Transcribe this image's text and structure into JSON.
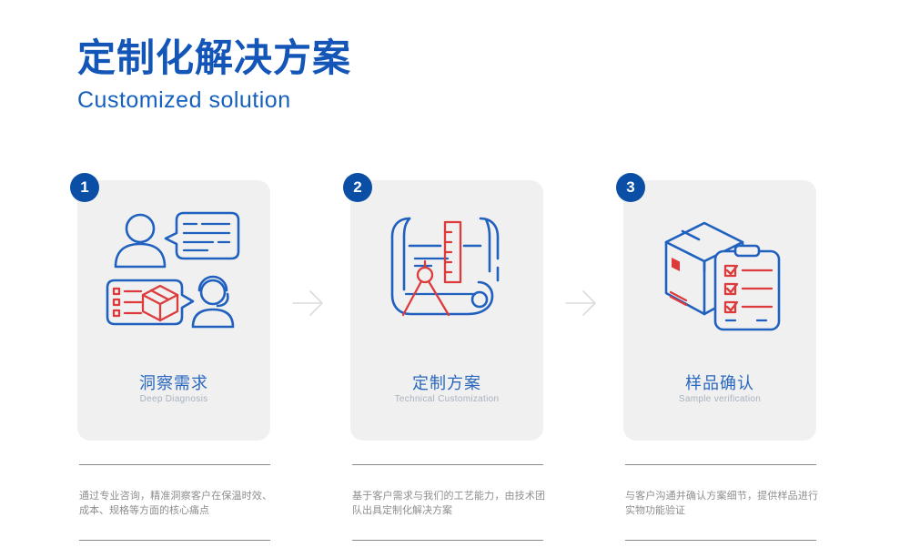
{
  "header": {
    "title": "定制化解决方案",
    "subtitle": "Customized solution"
  },
  "steps": [
    {
      "number": "1",
      "title": "洞察需求",
      "subtitle": "Deep Diagnosis",
      "description": "通过专业咨询，精准洞察客户在保温时效、成本、规格等方面的核心痛点",
      "icon": "consultation-chat-icon"
    },
    {
      "number": "2",
      "title": "定制方案",
      "subtitle": "Technical Customization",
      "description": "基于客户需求与我们的工艺能力，由技术团队出具定制化解决方案",
      "icon": "blueprint-compass-icon"
    },
    {
      "number": "3",
      "title": "样品确认",
      "subtitle": "Sample verification",
      "description": "与客户沟通并确认方案细节，提供样品进行实物功能验证",
      "icon": "package-checklist-icon"
    }
  ],
  "colors": {
    "primary_blue": "#1456B8",
    "subtitle_blue": "#1560BF",
    "badge_blue": "#0B4EA5",
    "icon_blue": "#2060BE",
    "card_title_blue": "#2968BE",
    "accent_red": "#DD3A3C",
    "card_bg": "#F0F0F0",
    "en_gray": "#A7B2BF",
    "desc_gray": "#8E8E8E",
    "divider_gray": "#8A8A8A",
    "arrow_gray": "#DCDCDC"
  }
}
